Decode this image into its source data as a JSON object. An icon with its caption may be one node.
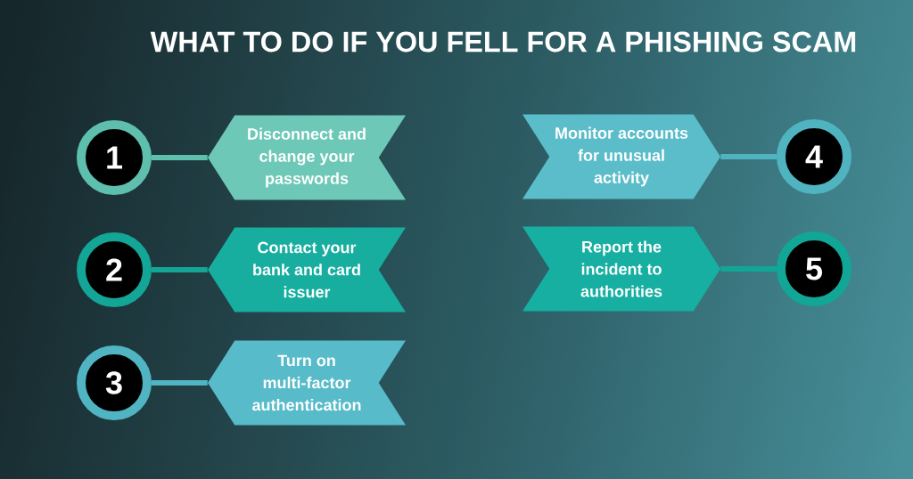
{
  "diagram": {
    "title": "WHAT TO DO IF YOU FELL FOR A PHISHING SCAM",
    "nodes": [
      {
        "text": [
          "1"
        ]
      },
      {
        "text": [
          "Disconnect and change your passwords"
        ]
      },
      {
        "text": [
          "Monitor accounts for unusual activity"
        ]
      },
      {
        "text": [
          "4"
        ]
      },
      {
        "text": [
          "2"
        ]
      },
      {
        "text": [
          "Contact your bank and card issuer"
        ]
      },
      {
        "text": [
          "Report the incident to authorities"
        ]
      },
      {
        "text": [
          "5"
        ]
      },
      {
        "text": [
          "3"
        ]
      },
      {
        "text": [
          "Turn on multi-factor authentication"
        ]
      }
    ],
    "edges": [
      {
        "from": 0,
        "to": 1,
        "arrow": "none",
        "color": "#5ebfae"
      },
      {
        "from": 3,
        "to": 2,
        "arrow": "none",
        "color": "#4fb3c0"
      },
      {
        "from": 4,
        "to": 5,
        "arrow": "none",
        "color": "#13a596"
      },
      {
        "from": 7,
        "to": 6,
        "arrow": "none",
        "color": "#12a697"
      },
      {
        "from": 8,
        "to": 9,
        "arrow": "none",
        "color": "#50b4c2"
      }
    ]
  }
}
